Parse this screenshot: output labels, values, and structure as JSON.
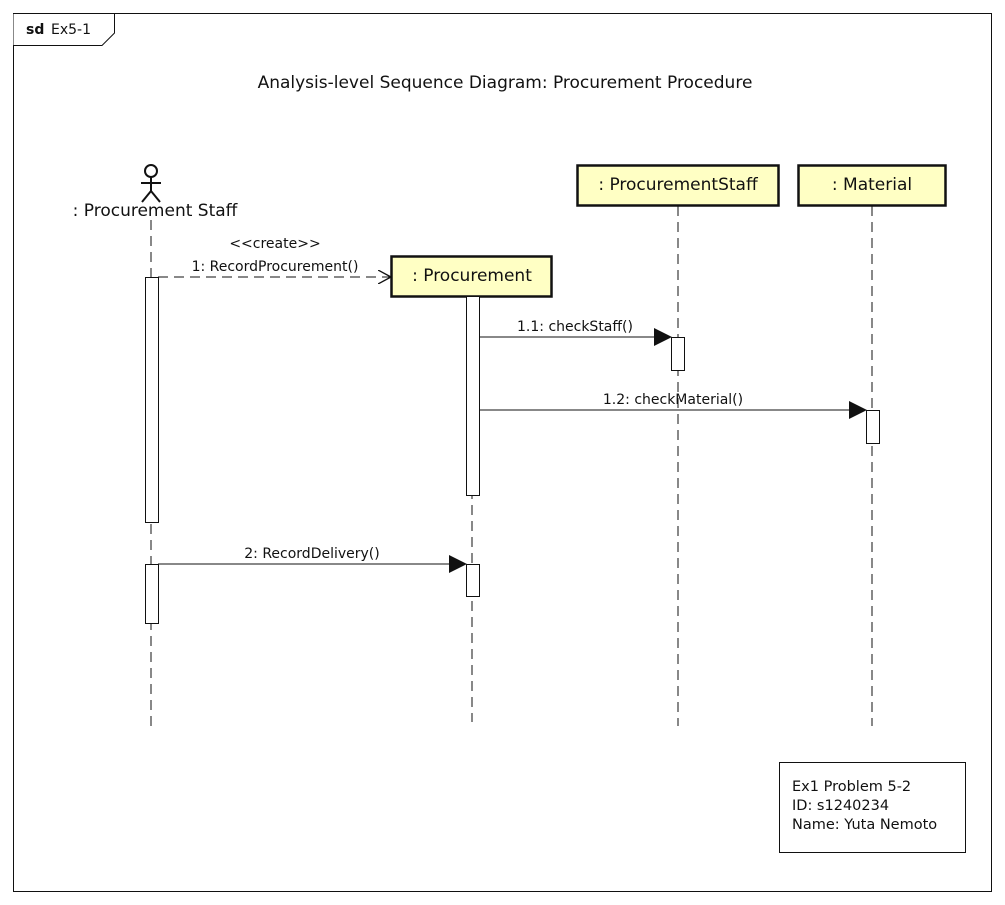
{
  "frame": {
    "keyword": "sd",
    "name": "Ex5-1"
  },
  "diagram_title": "Analysis-level Sequence Diagram: Procurement Procedure",
  "actor": {
    "name": ": Procurement Staff"
  },
  "objects": {
    "procurement": ": Procurement",
    "procurement_staff": ": ProcurementStaff",
    "material": ": Material"
  },
  "messages": {
    "m1_stereotype": "<<create>>",
    "m1": "1: RecordProcurement()",
    "m11": "1.1: checkStaff()",
    "m12": "1.2: checkMaterial()",
    "m2": "2: RecordDelivery()"
  },
  "note": {
    "line1": "Ex1 Problem 5-2",
    "line2": "ID: s1240234",
    "line3": "Name: Yuta Nemoto"
  },
  "colors": {
    "object_fill": "#ffffc4",
    "line": "#111111"
  }
}
